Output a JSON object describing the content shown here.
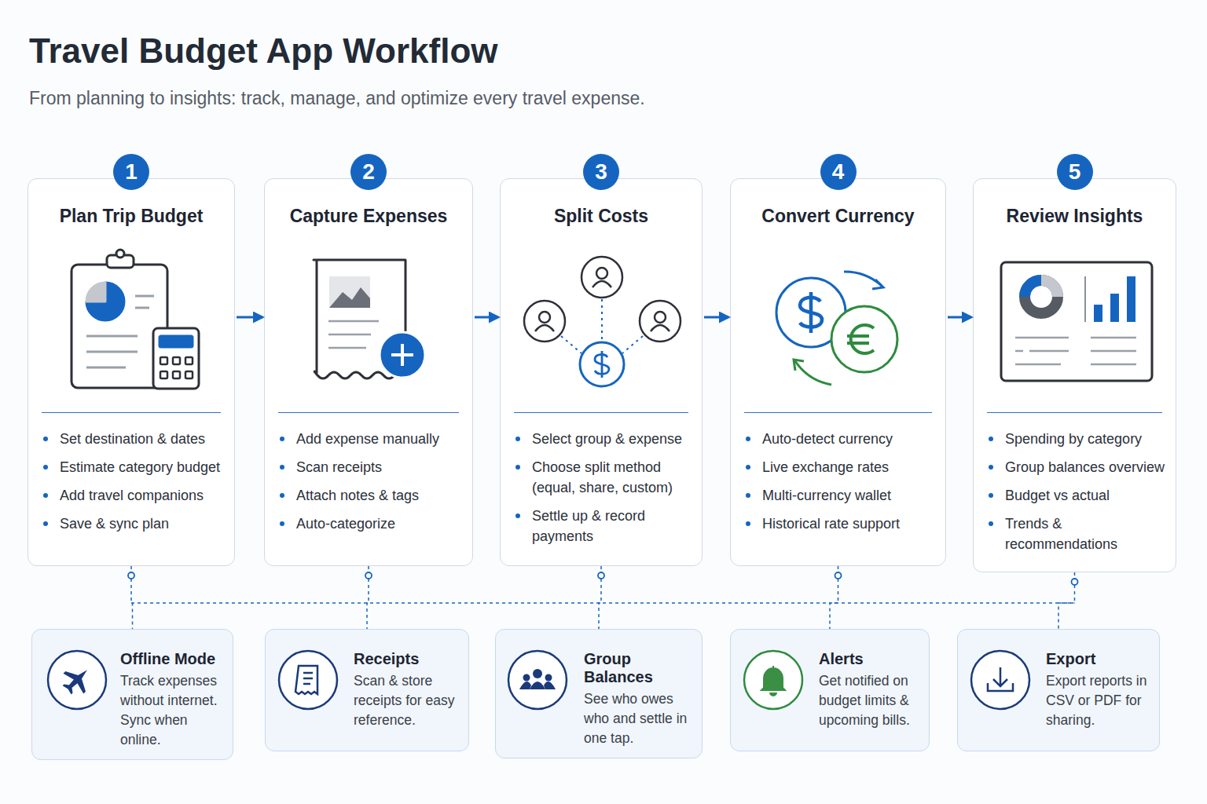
{
  "diagram": {
    "title": "Travel Budget App Workflow",
    "caption": "From planning to insights: track, manage, and optimize every travel expense.",
    "nodes": [
      {
        "text": [
          "1",
          "Plan Trip Budget",
          "Set destination & dates",
          "Estimate category budget",
          "Add travel companions",
          "Save & sync plan"
        ]
      },
      {
        "text": [
          "2",
          "Capture Expenses",
          "Add expense manually",
          "Scan receipts",
          "Attach notes & tags",
          "Auto-categorize"
        ]
      },
      {
        "text": [
          "3",
          "Split Costs",
          "Select group & expense",
          "Choose split method (equal, share, custom)",
          "Settle up & record payments"
        ]
      },
      {
        "text": [
          "4",
          "Convert Currency",
          "Auto-detect currency",
          "Live exchange rates",
          "Multi-currency wallet",
          "Historical rate support"
        ]
      },
      {
        "text": [
          "5",
          "Review Insights",
          "Spending by category",
          "Group balances overview",
          "Budget vs actual",
          "Trends & recommendations"
        ]
      },
      {
        "text": [
          "Offline Mode",
          "Track expenses without internet. Sync when online."
        ]
      },
      {
        "text": [
          "Receipts",
          "Scan & store receipts for easy reference."
        ]
      },
      {
        "text": [
          "Group Balances",
          "See who owes who and settle in one tap."
        ]
      },
      {
        "text": [
          "Alerts",
          "Get notified on budget limits & upcoming bills."
        ]
      },
      {
        "text": [
          "Export",
          "Export reports in CSV or PDF for sharing."
        ]
      }
    ],
    "edges": [
      {
        "from": 0,
        "to": 1,
        "arrow": "to"
      },
      {
        "from": 1,
        "to": 2,
        "arrow": "to"
      },
      {
        "from": 2,
        "to": 3,
        "arrow": "to"
      },
      {
        "from": 3,
        "to": 4,
        "arrow": "to"
      },
      {
        "from": 0,
        "to": 5,
        "arrow": "none"
      },
      {
        "from": 1,
        "to": 6,
        "arrow": "none"
      },
      {
        "from": 2,
        "to": 7,
        "arrow": "none"
      },
      {
        "from": 3,
        "to": 8,
        "arrow": "none"
      },
      {
        "from": 4,
        "to": 9,
        "arrow": "none"
      }
    ]
  }
}
